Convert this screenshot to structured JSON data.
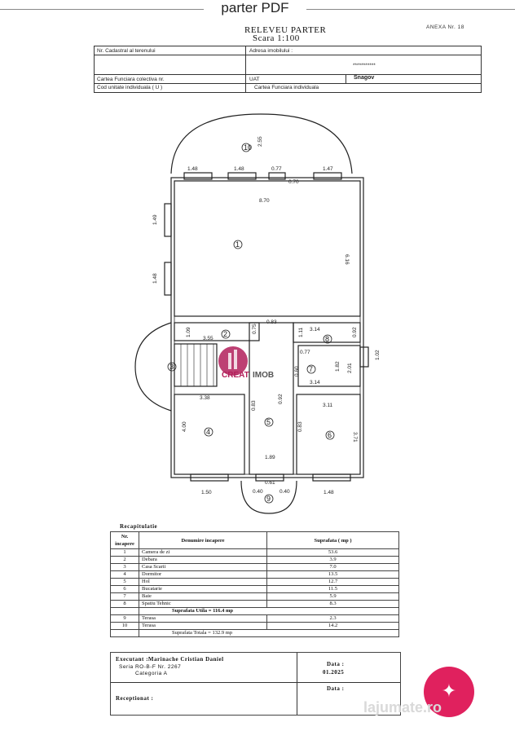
{
  "top_title": "parter PDF",
  "header": {
    "title": "RELEVEU PARTER",
    "scale": "Scara 1:100",
    "annex": "ANEXA Nr. 18",
    "cadastral_label": "Nr. Cadastral al terenului",
    "address_label": "Adresa imobilului :",
    "address_value": "***********",
    "cf_collective": "Cartea Funciara colectiva nr.",
    "uat_label": "UAT",
    "uat_value": "Snagov",
    "unit_code": "Cod unitate individuala ( U )",
    "cf_individual": "Cartea Funciara individuala"
  },
  "plan": {
    "room_numbers": [
      "1",
      "2",
      "3",
      "4",
      "5",
      "6",
      "7",
      "8",
      "9",
      "10"
    ],
    "dims": {
      "d_255": "2.55",
      "d_148a": "1.48",
      "d_148b": "1.48",
      "d_077": "0.77",
      "d_147": "1.47",
      "d_070": "0.70",
      "d_870": "8.70",
      "d_149": "1.49",
      "d_148c": "1.48",
      "d_616": "6.16",
      "d_109": "1.09",
      "d_355": "3.55",
      "d_075": "0.75",
      "d_083a": "0.83",
      "d_111": "1.11",
      "d_314a": "3.14",
      "d_092": "0.92",
      "d_077b": "0.77",
      "d_182": "1.82",
      "d_201": "2.01",
      "d_102": "1.02",
      "d_060": "0.60",
      "d_314b": "3.14",
      "d_338": "3.38",
      "d_092b": "0.92",
      "d_311": "3.11",
      "d_400": "4.00",
      "d_083b": "0.83",
      "d_083c": "0.83",
      "d_371": "3.71",
      "d_189": "1.89",
      "d_150": "1.50",
      "d_061": "0.61",
      "d_040a": "0.40",
      "d_040b": "0.40",
      "d_148d": "1.48"
    }
  },
  "watermark": {
    "brand_a": "CREAT",
    "brand_b": "IMOB",
    "site": "lajumate.ro"
  },
  "recap": {
    "title": "Recapitulatie",
    "col_nr": "Nr. incapere",
    "col_name": "Denumire incapere",
    "col_area": "Suprafata ( mp )",
    "rows": [
      {
        "nr": "1",
        "name": "Camera de zi",
        "area": "53.6"
      },
      {
        "nr": "2",
        "name": "Debara",
        "area": "3.9"
      },
      {
        "nr": "3",
        "name": "Casa Scarii",
        "area": "7.0"
      },
      {
        "nr": "4",
        "name": "Dormitor",
        "area": "13.5"
      },
      {
        "nr": "5",
        "name": "Hol",
        "area": "12.7"
      },
      {
        "nr": "6",
        "name": "Bucatarie",
        "area": "11.5"
      },
      {
        "nr": "7",
        "name": "Baie",
        "area": "5.9"
      },
      {
        "nr": "8",
        "name": "Spatiu Tehnic",
        "area": "8.3"
      }
    ],
    "useful": "Suprafata Utila = 116.4 mp",
    "rows2": [
      {
        "nr": "9",
        "name": "Terasa",
        "area": "2.3"
      },
      {
        "nr": "10",
        "name": "Terasa",
        "area": "14.2"
      }
    ],
    "total": "Suprafata Totala = 132.9 mp"
  },
  "signature": {
    "executant": "Executant :Marinache Cristian Daniel",
    "seria": "Seria RO-B-F Nr. 2267",
    "categoria": "Categoria A",
    "date_label": "Data :",
    "date_value": "01.2025",
    "receptionat": "Receptionat :",
    "date_label2": "Data :"
  }
}
